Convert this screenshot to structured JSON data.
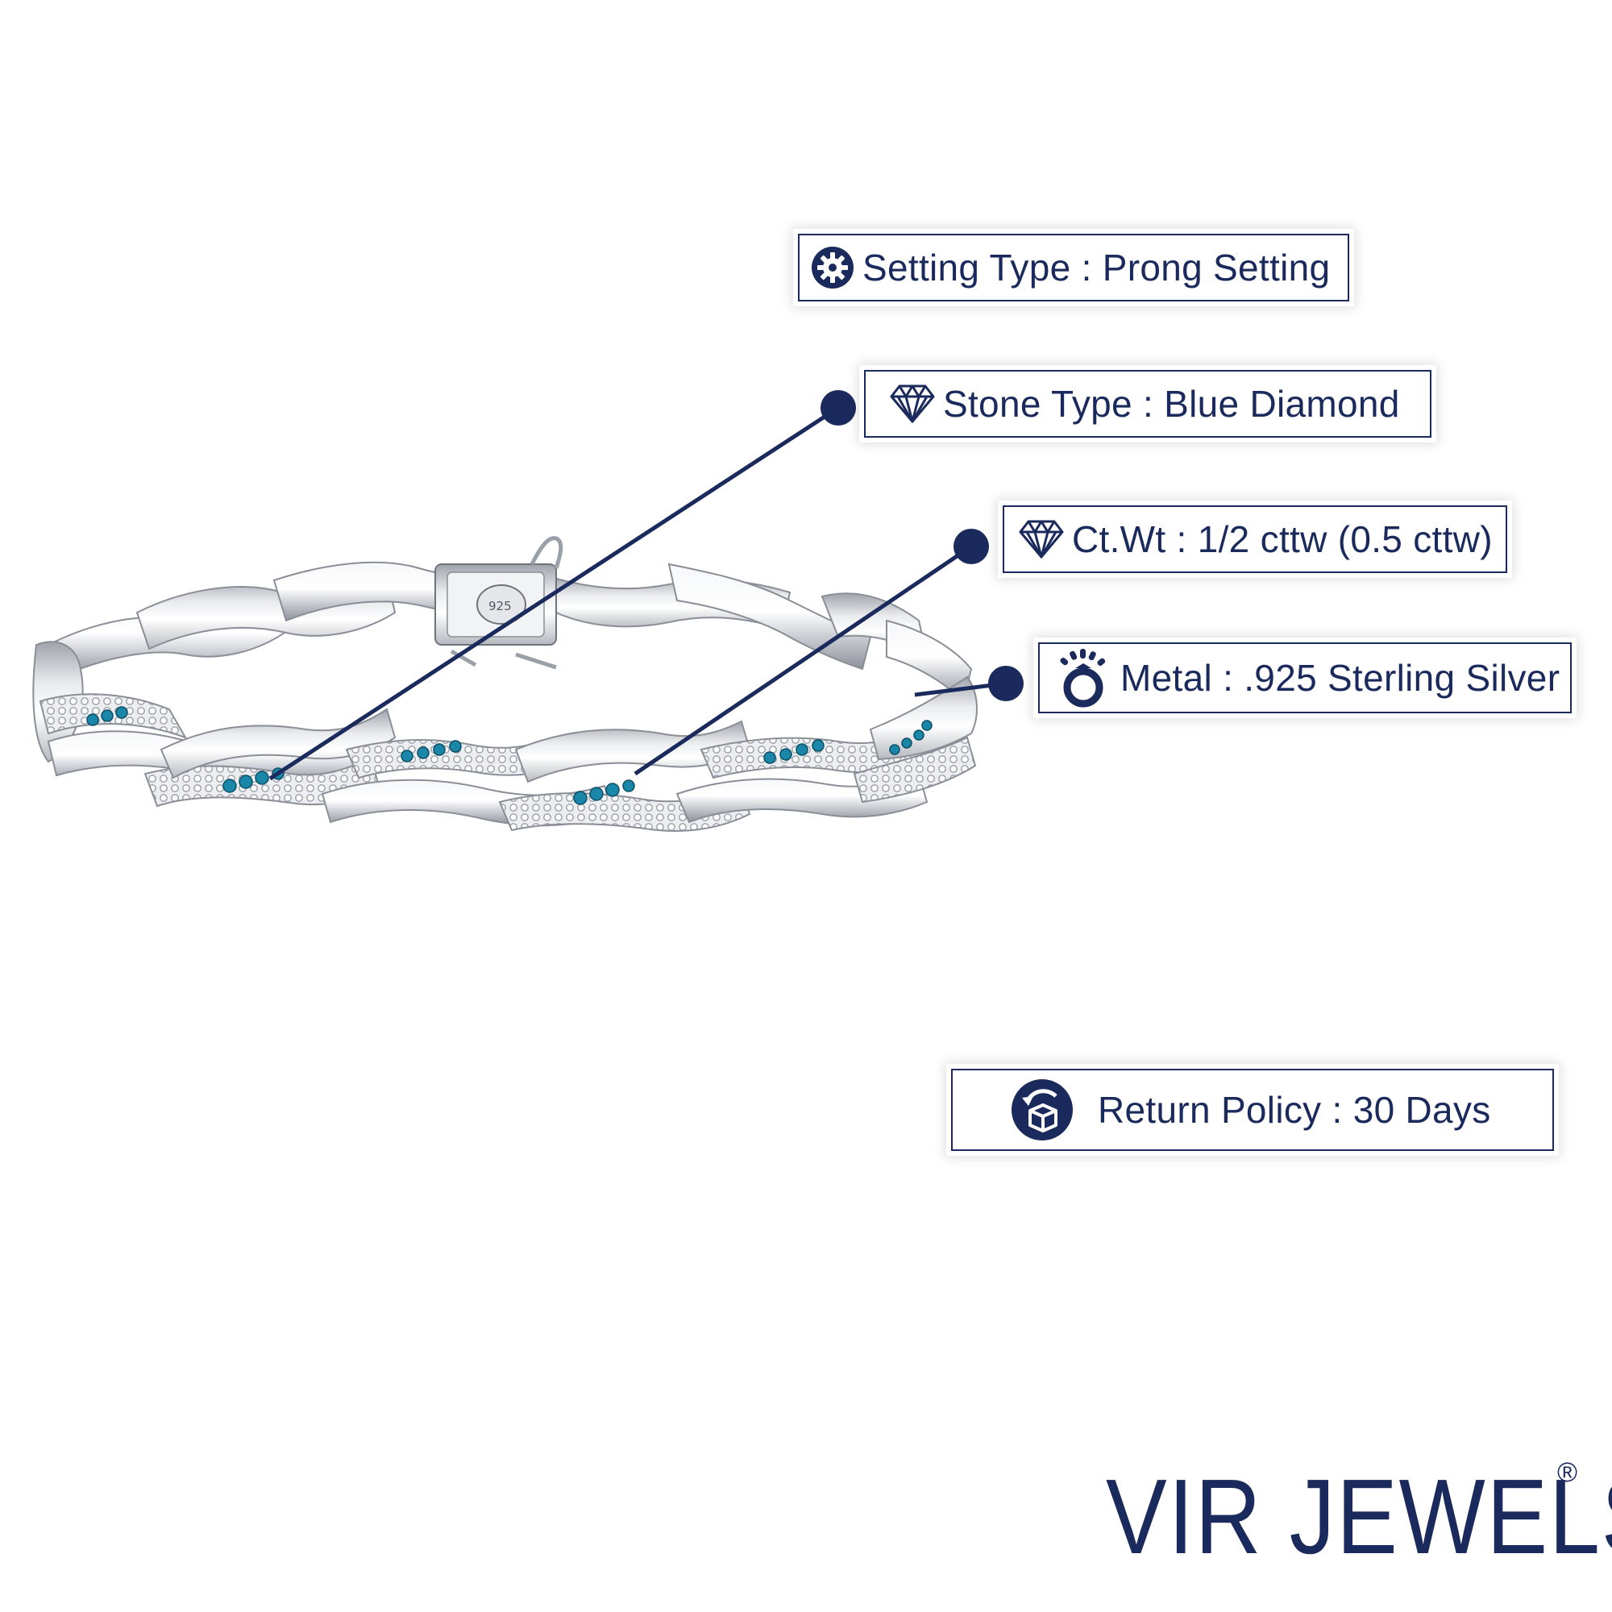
{
  "specs": {
    "setting": {
      "text": "Setting Type : Prong Setting",
      "icon": "gear-icon"
    },
    "stone": {
      "text": "Stone Type :  Blue Diamond",
      "icon": "diamond-icon"
    },
    "ctwt": {
      "text": "Ct.Wt : 1/2 cttw (0.5 cttw)",
      "icon": "diamond-icon"
    },
    "metal": {
      "text": "Metal : .925 Sterling Silver",
      "icon": "ring-icon"
    },
    "return": {
      "text": "Return Policy : 30 Days",
      "icon": "return-box-icon"
    }
  },
  "product": {
    "stamp": "925"
  },
  "brand": {
    "name": "VIR JEWELS",
    "registered": "®"
  },
  "colors": {
    "navy": "#1b2a5c",
    "silver": "#d7d9de",
    "blue_diamond": "#1a86a8"
  }
}
